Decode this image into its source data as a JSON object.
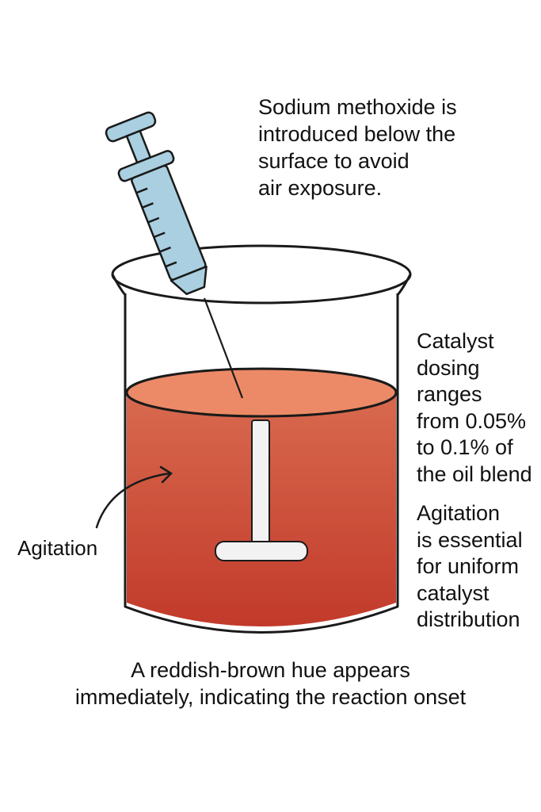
{
  "notes": {
    "injection": [
      "Sodium methoxide is",
      "introduced below the",
      "surface to avoid",
      "air exposure."
    ],
    "catalyst": [
      "Catalyst",
      "dosing",
      "ranges",
      "from 0.05%",
      "to 0.1% of",
      "the oil blend"
    ],
    "agitation": [
      "Agitation",
      "is essential",
      "for uniform",
      "catalyst",
      "distribution"
    ]
  },
  "labels": {
    "agitation": "Agitation"
  },
  "caption": [
    "A reddish-brown hue appears",
    "immediately, indicating the reaction onset"
  ],
  "colors": {
    "liquid_top": "#ec8a67",
    "liquid_bottom": "#c6412e",
    "syringe_body": "#a9cfe0",
    "outline": "#1a1a1a",
    "stirrer": "#f2f2f2"
  }
}
